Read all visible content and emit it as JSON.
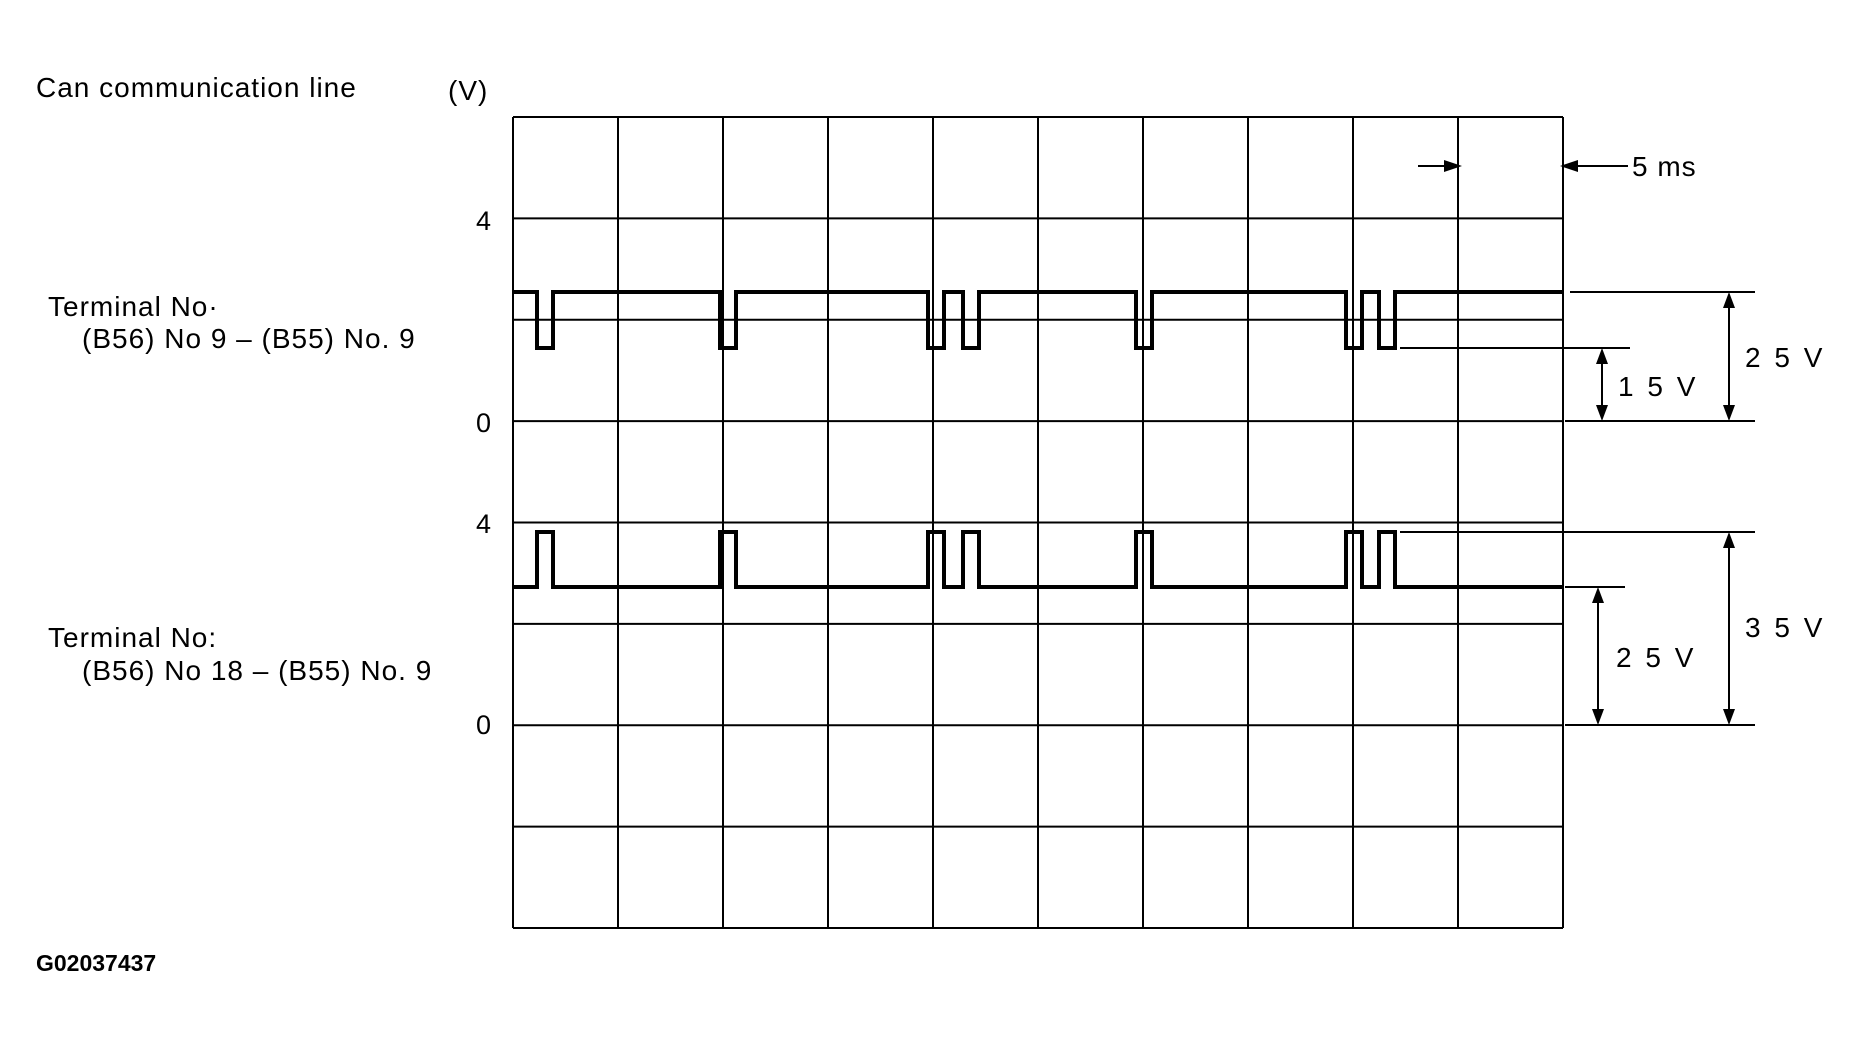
{
  "header": {
    "title": "Can communication line",
    "unit": "(V)"
  },
  "time_scale": "5 ms",
  "channels": [
    {
      "id": "ch1",
      "label_line1": "Terminal No·",
      "label_line2": "(B56) No  9 – (B55) No. 9",
      "tick_high": "4",
      "tick_low": "0",
      "idle_level_v": 2.5,
      "pulse_level_v": 1.5,
      "pulse_direction": "down",
      "dim_pulse": "1 5 V",
      "dim_idle": "2 5 V"
    },
    {
      "id": "ch2",
      "label_line1": "Terminal No:",
      "label_line2": "(B56) No  18 – (B55) No. 9",
      "tick_high": "4",
      "tick_low": "0",
      "idle_level_v": 2.5,
      "pulse_level_v": 3.5,
      "pulse_direction": "up",
      "dim_idle": "2 5 V",
      "dim_pulse": "3 5 V"
    }
  ],
  "figure_id": "G02037437",
  "colors": {
    "line": "#000000",
    "background": "#ffffff"
  }
}
